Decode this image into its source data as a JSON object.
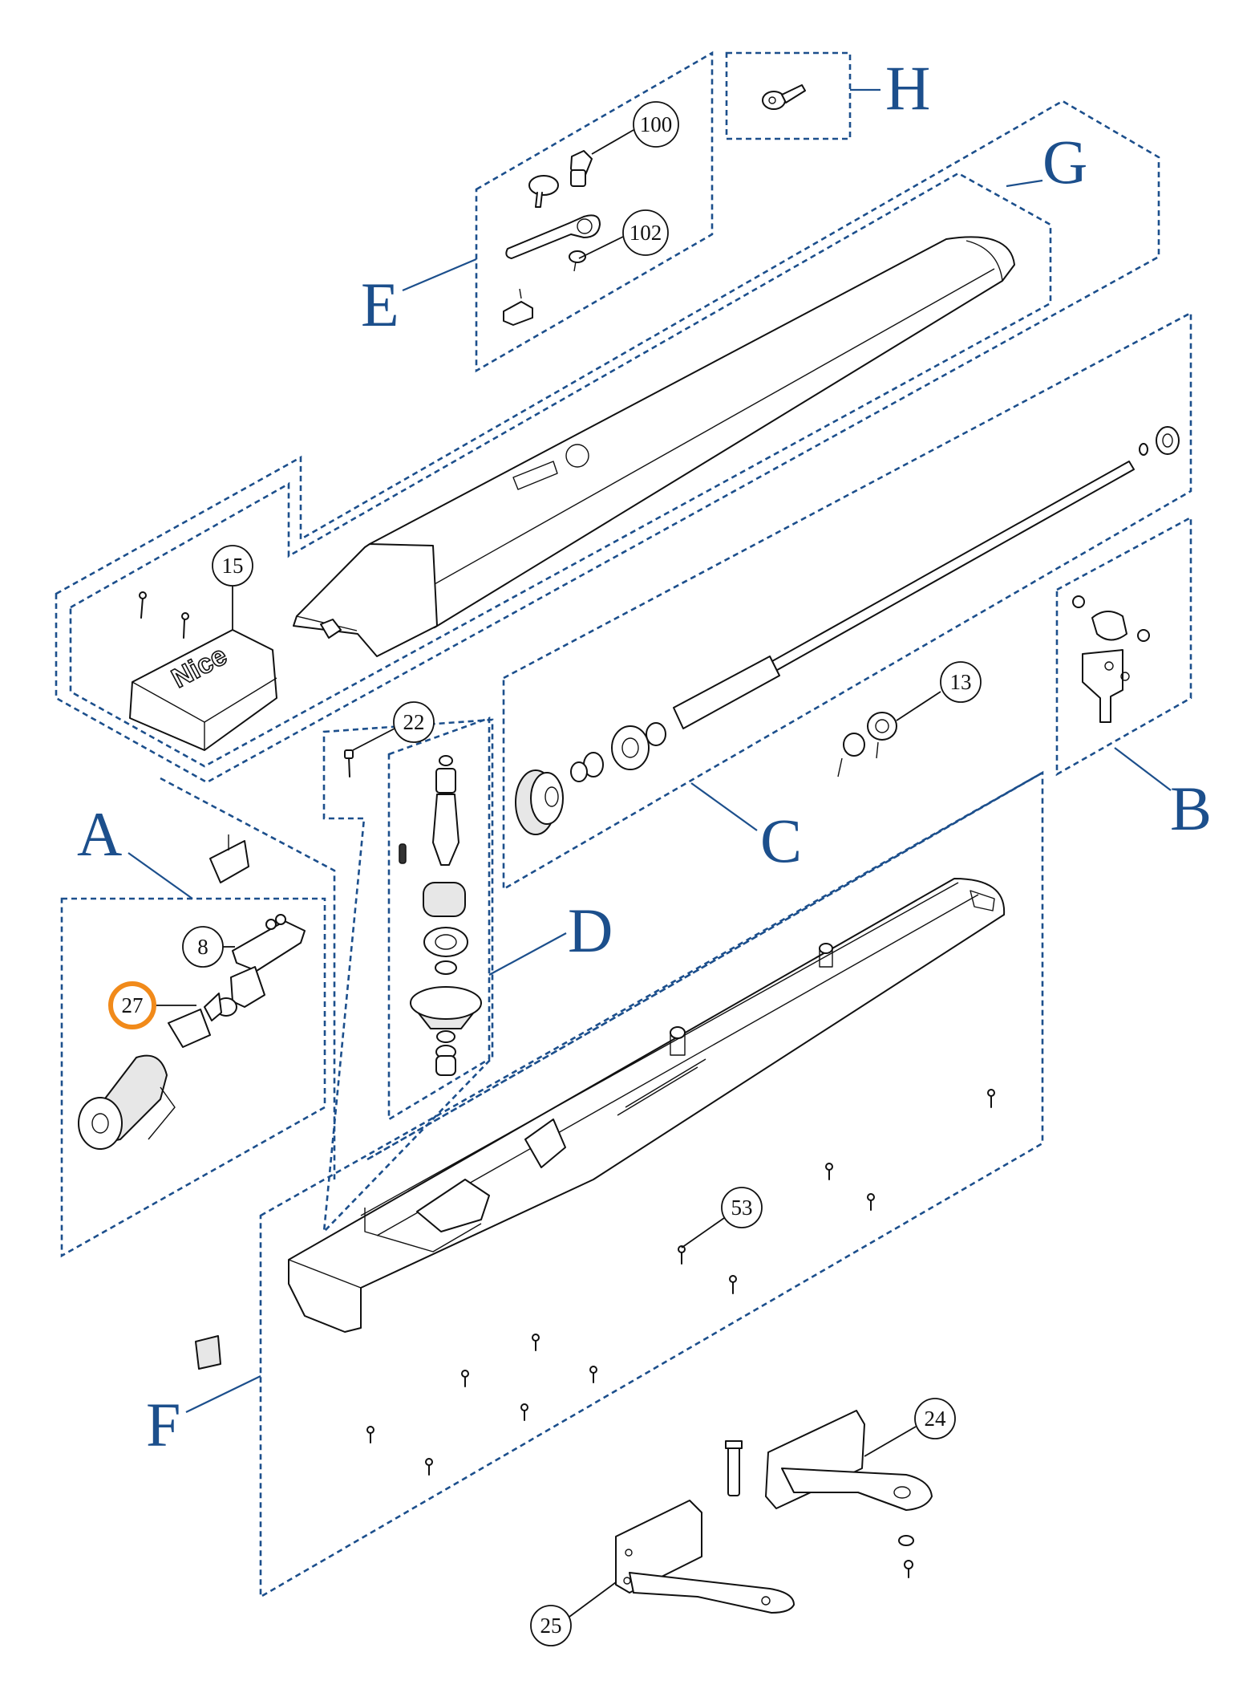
{
  "diagram": {
    "group_letters": [
      "A",
      "B",
      "C",
      "D",
      "E",
      "F",
      "G",
      "H"
    ],
    "callouts": [
      "100",
      "102",
      "15",
      "22",
      "13",
      "8",
      "27",
      "53",
      "24",
      "25"
    ],
    "highlight": {
      "label": "27",
      "color": "#f18a1a"
    },
    "brand_mark": "Nice",
    "colors": {
      "group_lines": "#1c4f8c",
      "part_lines": "#111111",
      "background": "#ffffff"
    }
  }
}
